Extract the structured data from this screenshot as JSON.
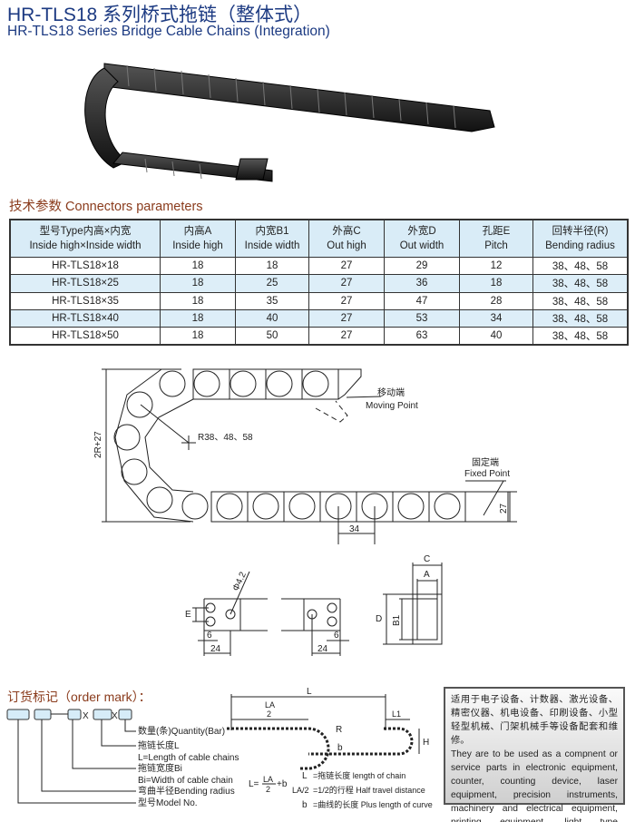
{
  "header": {
    "title_cn": "HR-TLS18 系列桥式拖链（整体式）",
    "title_en": "HR-TLS18 Series Bridge Cable Chains (Integration)"
  },
  "section_title": "技术参数 Connectors parameters",
  "table": {
    "columns": [
      {
        "cn": "型号Type内高×内宽",
        "en": "Inside high×Inside width"
      },
      {
        "cn": "内高A",
        "en": "Inside high"
      },
      {
        "cn": "内宽B1",
        "en": "Inside width"
      },
      {
        "cn": "外高C",
        "en": "Out high"
      },
      {
        "cn": "外宽D",
        "en": "Out width"
      },
      {
        "cn": "孔距E",
        "en": "Pitch"
      },
      {
        "cn": "回转半径(R)",
        "en": "Bending radius"
      }
    ],
    "rows": [
      [
        "HR-TLS18×18",
        "18",
        "18",
        "27",
        "29",
        "12",
        "38、48、58"
      ],
      [
        "HR-TLS18×25",
        "18",
        "25",
        "27",
        "36",
        "18",
        "38、48、58"
      ],
      [
        "HR-TLS18×35",
        "18",
        "35",
        "27",
        "47",
        "28",
        "38、48、58"
      ],
      [
        "HR-TLS18×40",
        "18",
        "40",
        "27",
        "53",
        "34",
        "38、48、58"
      ],
      [
        "HR-TLS18×50",
        "18",
        "50",
        "27",
        "63",
        "40",
        "38、48、58"
      ]
    ]
  },
  "diagram": {
    "height_label": "2R+27",
    "radius_label": "R38、48、58",
    "moving_cn": "移动端",
    "moving_en": "Moving Point",
    "fixed_cn": "固定端",
    "fixed_en": "Fixed Point",
    "pitch_label": "34",
    "out_high_label": "27",
    "hole_label": "Φ4.2",
    "e_label": "E",
    "six_label": "6",
    "twentyfour_label": "24",
    "c_label": "C",
    "a_label": "A",
    "d_label": "D",
    "b1_label": "B1"
  },
  "order": {
    "title": "订货标记（order mark）：",
    "x_sep": "X",
    "labels": [
      "数量(条)Quantity(Bar)",
      "拖链长度L",
      "L=Length of cable chains",
      "拖链宽度Bi",
      "Bi=Width of cable chain",
      "弯曲半径Bending radius",
      "型号Model No."
    ],
    "formula": {
      "l": "L",
      "la": "LA",
      "two": "2",
      "l1": "L1",
      "h": "H",
      "r": "R",
      "b": "b",
      "lhs": "L=",
      "plus_b": "+b",
      "defs": [
        {
          "sym": "L",
          "text": "=拖链长度 length of chain"
        },
        {
          "sym": "LA/2",
          "text": "=1/2的行程 Half travel distance"
        },
        {
          "sym": "b",
          "text": "=曲线的长度 Plus length of curve"
        }
      ]
    }
  },
  "applications": {
    "cn": "适用于电子设备、计数器、激光设备、精密仪器、机电设备、印刷设备、小型轻型机械、门架机械手等设备配套和维修。",
    "en": "They are to be used as a compnent or service parts in electronic equipment, counter, counting device, laser equipment, precision instruments, machinery and electrical equipment, printing equipment, light type machineries, portal mechanical hand."
  }
}
